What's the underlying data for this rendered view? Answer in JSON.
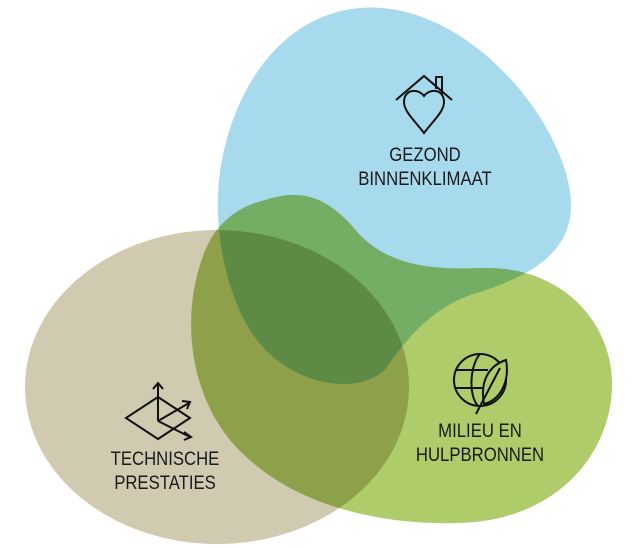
{
  "title": "Venn diagram of building performance themes",
  "colors": {
    "blue": "#a8daee",
    "tan": "#cfcab0",
    "green": "#afcc6b"
  },
  "circles": [
    {
      "name": "gezond-binnenklimaat",
      "label_lines": [
        "GEZOND",
        "BINNENKLIMAAT"
      ],
      "icon": "house-heart-icon"
    },
    {
      "name": "milieu-en-hulpbronnen",
      "label_lines": [
        "MILIEU EN",
        "HULPBRONNEN"
      ],
      "icon": "globe-leaf-icon"
    },
    {
      "name": "technische-prestaties",
      "label_lines": [
        "TECHNISCHE",
        "PRESTATIES"
      ],
      "icon": "axes-plane-icon"
    }
  ]
}
